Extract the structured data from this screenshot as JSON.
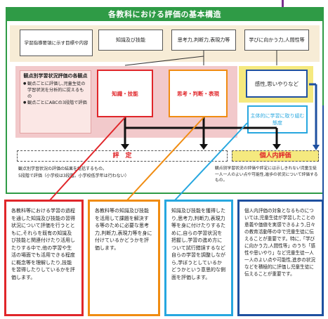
{
  "title": "各教科における評価の基本構造",
  "top_row": {
    "goals": "学習指導要領に示す目標や内容",
    "col1": "知識及び技能",
    "col2": "思考力,判断力,表現力等",
    "col3": "学びに向かう力,人間性等"
  },
  "kanten": {
    "title": "観点別学習状況評価の各観点",
    "items": [
      "観点ごとに評価し,児童生徒の学習状況を分析的に捉えるもの",
      "観点ごとにABCの3段階で評価"
    ]
  },
  "viewpoints": {
    "chishiki": "知識・技能",
    "shiko": "思考・判断・表現",
    "kansei": "感性,思いやりなど",
    "shutai": "主体的に学習に取り組む態度"
  },
  "hyotei": {
    "label": "評　定",
    "notes": [
      "観点別学習状況の評価の結果を総括するもの。",
      "5段階で評価（小学校は3段階。小学校低学年は行わない）"
    ]
  },
  "kojinnai": {
    "label": "個人内評価",
    "notes": [
      "観点別学習状況の評価や評定には示しきれない児童生徒一人一人のよい点や可能性,進歩の状況について評価するもの。"
    ]
  },
  "cards": [
    "各教科等における学習の過程を通した知識及び技能の習得状況について評価を行うとともに,それらを既有の知識及び技能と関連付けたり活用したりする中で,他の学習や生活の場面でも活用できる程度に概念等を理解したり,技能を習得したりしているかを評価します。",
    "各教科等の知識及び技能を活用して課題を解決する等のために必要な思考力,判断力,表現力等を身に付けているかどうかを評価します。",
    "知識及び技能を獲得したり,思考力,判断力,表現力等を身に付けたりするために,自らの学習状況を把握し,学習の進め方について試行錯誤するなど自らの学習を調整しながら,学ぼうとしているかどうかという意思的な側面を評価します。",
    "個人内評価の対象となるものについては,児童生徒が学習したことの意義や価値を実感できるよう,日々の教育活動等の中で児童生徒に伝えることが重要です。特に,「学びに向かう力,人間性等」のうち「感性や思いやり」など児童生徒一人一人のよい点や可能性,進歩の状況などを積極的に評価し児童生徒に伝えることが重要です。"
  ],
  "colors": {
    "green": "#2f9b46",
    "red": "#e0262a",
    "orange": "#f08c12",
    "cyan": "#27a7df",
    "navy": "#1e50a0",
    "yellow": "#f5e97f",
    "pink": "#f2c9cb",
    "beige": "#f7ecd6"
  }
}
